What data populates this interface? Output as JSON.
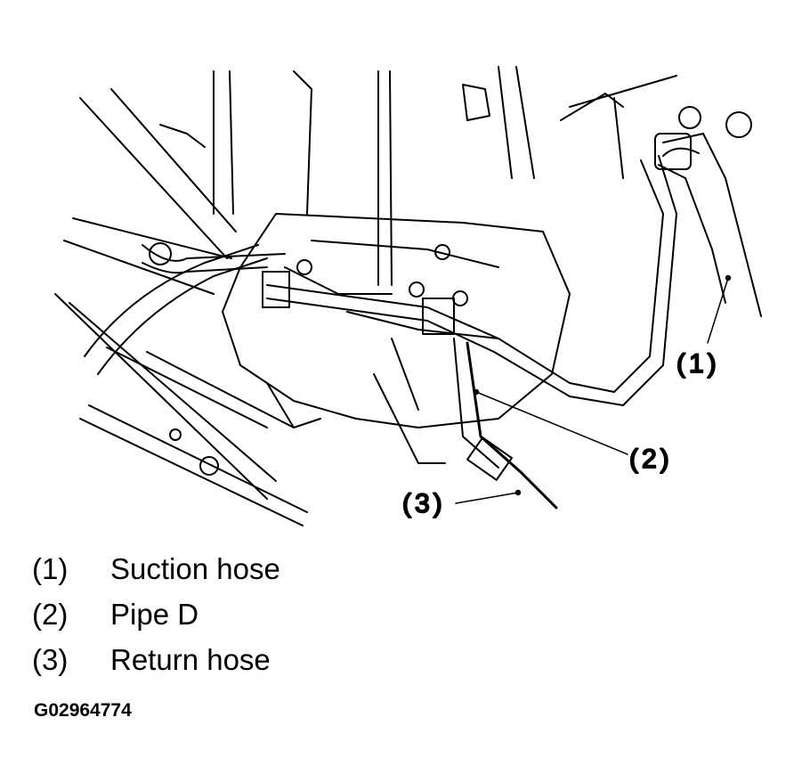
{
  "callouts": [
    {
      "num": "(1)",
      "label": "Suction hose"
    },
    {
      "num": "(2)",
      "label": "Pipe D"
    },
    {
      "num": "(3)",
      "label": "Return hose"
    }
  ],
  "figure_id": "G02964774",
  "line_color": "#000000",
  "background_color": "#ffffff"
}
